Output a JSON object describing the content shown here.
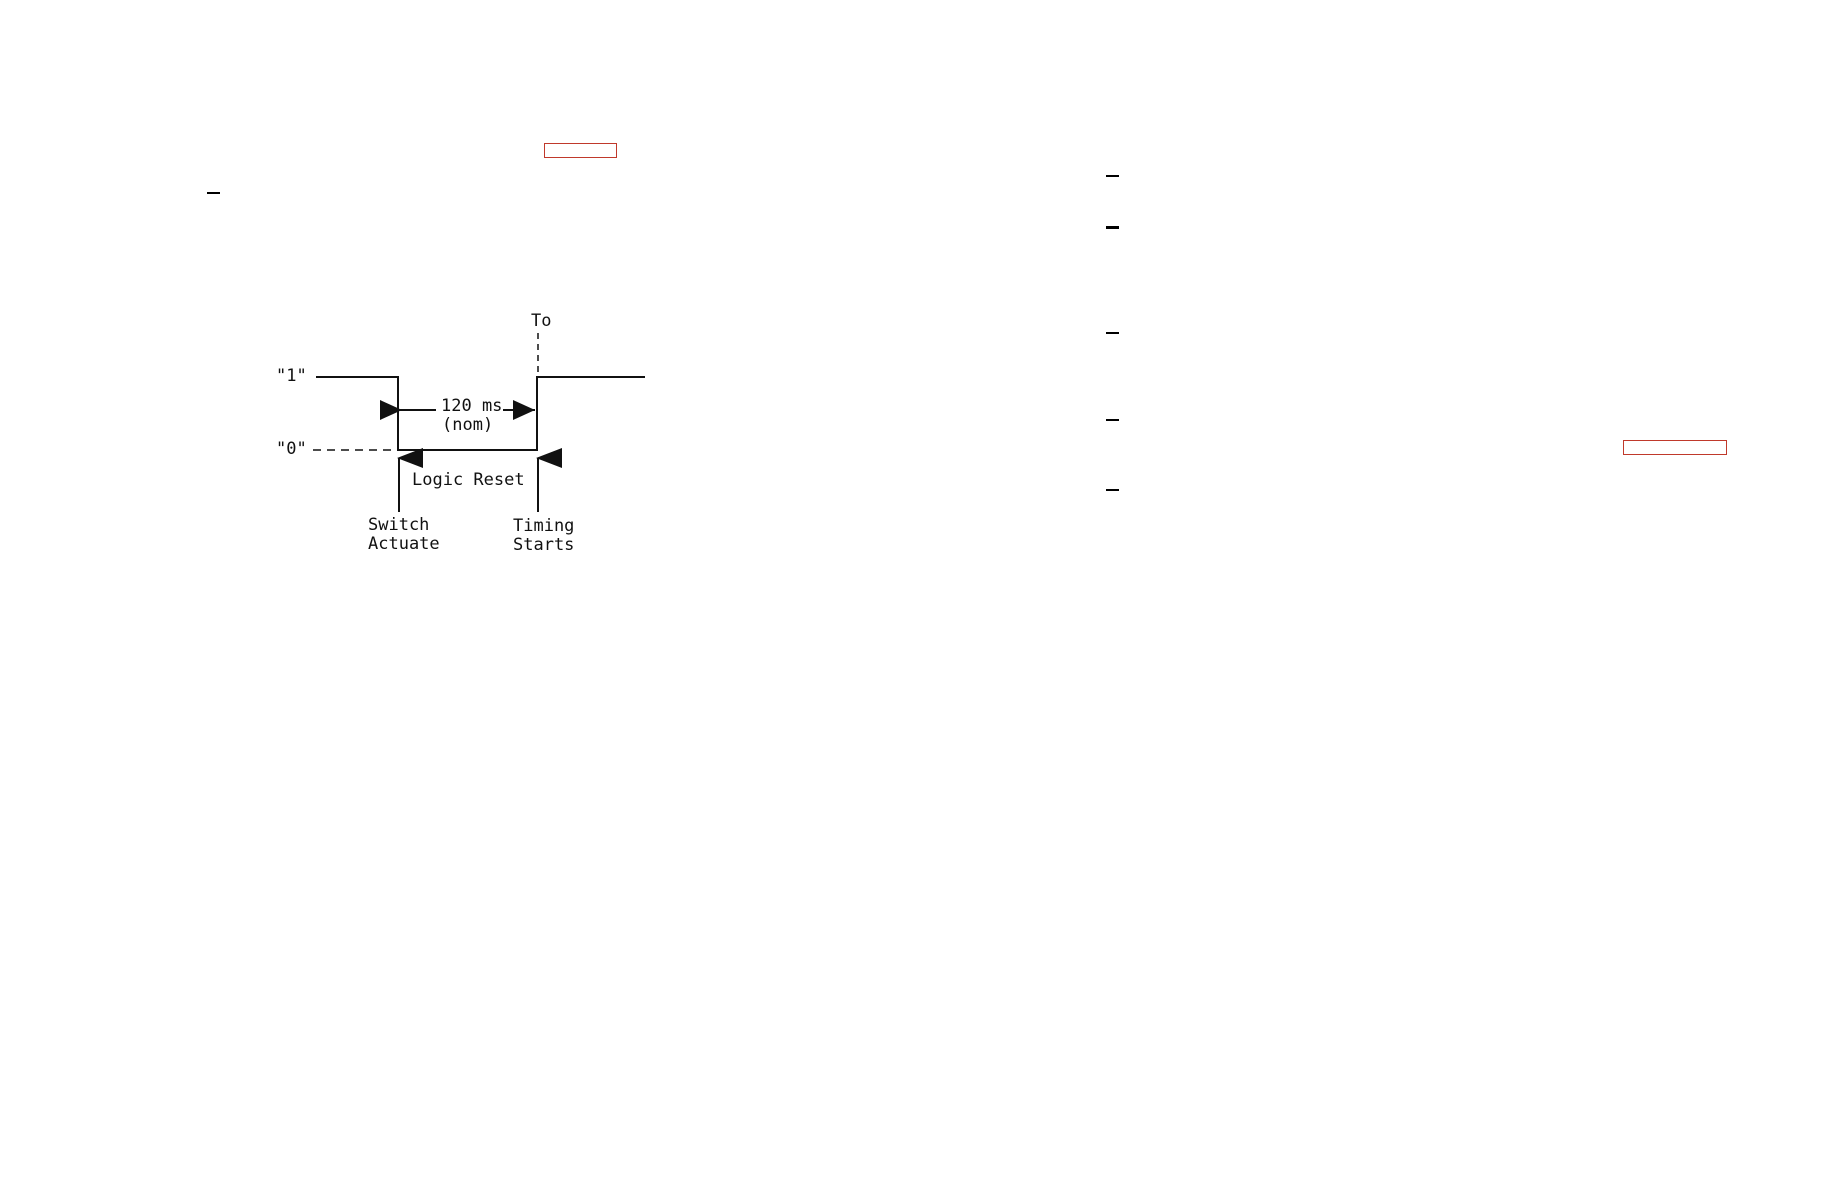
{
  "diagram": {
    "level_high": "\"1\"",
    "level_low": "\"0\"",
    "to_label": "To",
    "duration_line1": "120 ms",
    "duration_line2": "(nom)",
    "logic_reset": "Logic Reset",
    "switch_line1": "Switch",
    "switch_line2": "Actuate",
    "timing_line1": "Timing",
    "timing_line2": "Starts"
  },
  "colors": {
    "link_border": "#c0392b",
    "ink": "#111111"
  }
}
